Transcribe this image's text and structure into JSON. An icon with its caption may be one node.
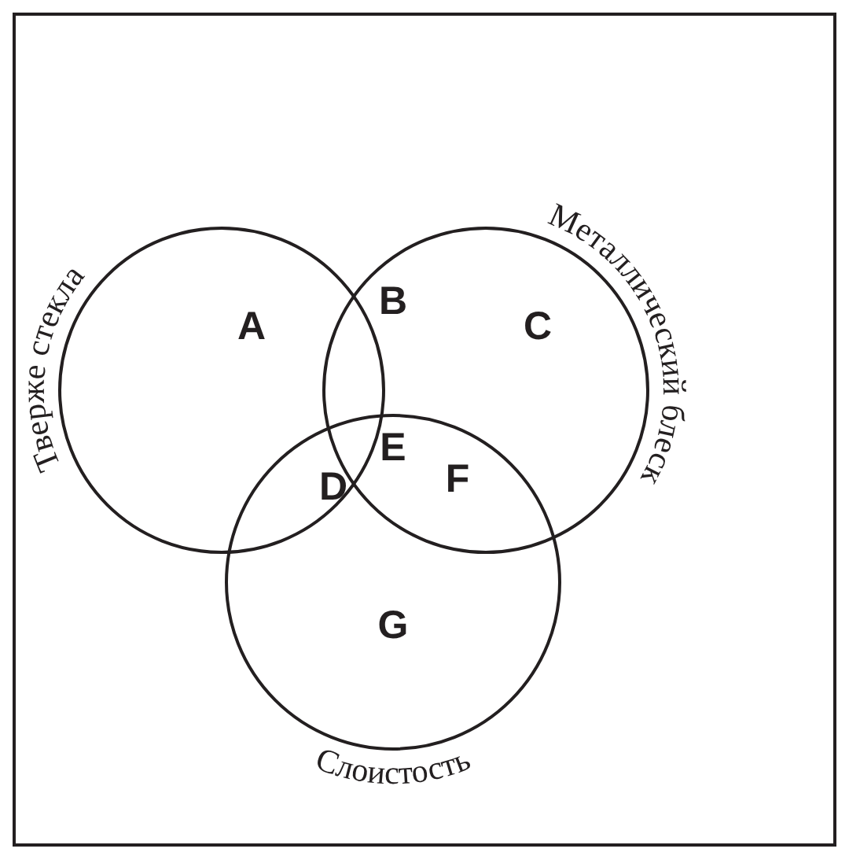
{
  "diagram": {
    "nodes": [
      {
        "text": [
          "Тверже стекла"
        ]
      },
      {
        "text": [
          "Металлический блеск"
        ]
      },
      {
        "text": [
          "Слоистость"
        ]
      }
    ],
    "labels": [
      "A",
      "B",
      "C",
      "D",
      "E",
      "F",
      "G"
    ]
  }
}
